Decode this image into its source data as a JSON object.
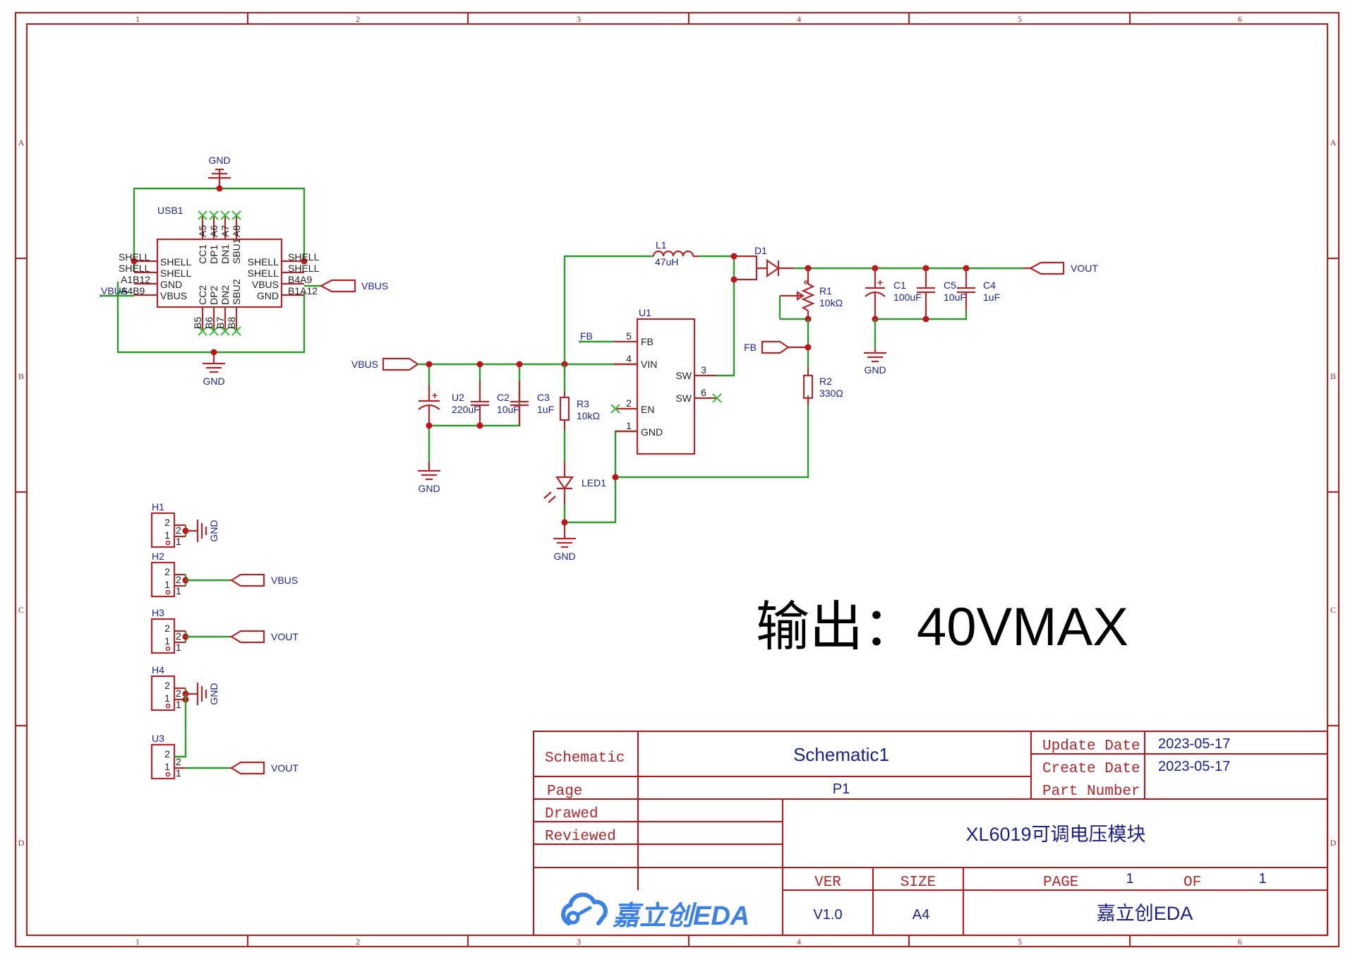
{
  "frame": {
    "columns": [
      "1",
      "2",
      "3",
      "4",
      "5",
      "6"
    ],
    "rows": [
      "A",
      "B",
      "C",
      "D"
    ]
  },
  "annotation": {
    "text": "输出：40VMAX"
  },
  "components": {
    "usb1": {
      "ref": "USB1",
      "left_outer_pins": [
        "SHELL",
        "SHELL",
        "A1B12",
        "A4B9"
      ],
      "left_inner_pins": [
        "SHELL",
        "SHELL",
        "GND",
        "VBUS"
      ],
      "right_inner_pins": [
        "SHELL",
        "SHELL",
        "VBUS",
        "GND"
      ],
      "right_outer_pins": [
        "SHELL",
        "SHELL",
        "B4A9",
        "B1A12"
      ],
      "top_inner_pins": [
        "CC1",
        "DP1",
        "DN1",
        "SBU1"
      ],
      "top_outer_pins": [
        "A5",
        "A6",
        "A7",
        "A8"
      ],
      "bottom_inner_pins": [
        "CC2",
        "DP2",
        "DN2",
        "SBU2"
      ],
      "bottom_outer_pins": [
        "B5",
        "B6",
        "B7",
        "B8"
      ]
    },
    "u1": {
      "ref": "U1",
      "pins": [
        {
          "num": "5",
          "name": "FB"
        },
        {
          "num": "4",
          "name": "VIN"
        },
        {
          "num": "2",
          "name": "EN"
        },
        {
          "num": "1",
          "name": "GND"
        },
        {
          "num": "3",
          "name": "SW"
        },
        {
          "num": "6",
          "name": "SW"
        }
      ]
    },
    "l1": {
      "ref": "L1",
      "value": "47uH"
    },
    "d1": {
      "ref": "D1"
    },
    "r1": {
      "ref": "R1",
      "value": "10kΩ"
    },
    "r2": {
      "ref": "R2",
      "value": "330Ω"
    },
    "r3": {
      "ref": "R3",
      "value": "10kΩ"
    },
    "u2": {
      "ref": "U2",
      "value": "220uF"
    },
    "c1": {
      "ref": "C1",
      "value": "100uF"
    },
    "c2": {
      "ref": "C2",
      "value": "10uF"
    },
    "c3": {
      "ref": "C3",
      "value": "1uF"
    },
    "c4": {
      "ref": "C4",
      "value": "1uF"
    },
    "c5": {
      "ref": "C5",
      "value": "10uF"
    },
    "led1": {
      "ref": "LED1"
    },
    "h1": {
      "ref": "H1",
      "pins": [
        "2",
        "1"
      ],
      "net": "GND"
    },
    "h2": {
      "ref": "H2",
      "pins": [
        "2",
        "1"
      ],
      "net": "VBUS"
    },
    "h3": {
      "ref": "H3",
      "pins": [
        "2",
        "1"
      ],
      "net": "VOUT"
    },
    "h4": {
      "ref": "H4",
      "pins": [
        "2",
        "1"
      ],
      "net": "GND"
    },
    "u3": {
      "ref": "U3",
      "pins": [
        "2",
        "1"
      ],
      "net": "VOUT"
    }
  },
  "nets": {
    "gnd": "GND",
    "vbus": "VBUS",
    "vout": "VOUT",
    "fb": "FB"
  },
  "title_block": {
    "schematic_label": "Schematic",
    "schematic_value": "Schematic1",
    "page_label": "Page",
    "page_value": "P1",
    "drawed_label": "Drawed",
    "reviewed_label": "Reviewed",
    "update_date_label": "Update Date",
    "update_date_value": "2023-05-17",
    "create_date_label": "Create Date",
    "create_date_value": "2023-05-17",
    "part_number_label": "Part Number",
    "title": "XL6019可调电压模块",
    "ver_label": "VER",
    "ver_value": "V1.0",
    "size_label": "SIZE",
    "size_value": "A4",
    "page_num_label": "PAGE",
    "page_num": "1",
    "of_label": "OF",
    "page_total": "1",
    "company": "嘉立创EDA",
    "logo_text": "嘉立创EDA"
  }
}
